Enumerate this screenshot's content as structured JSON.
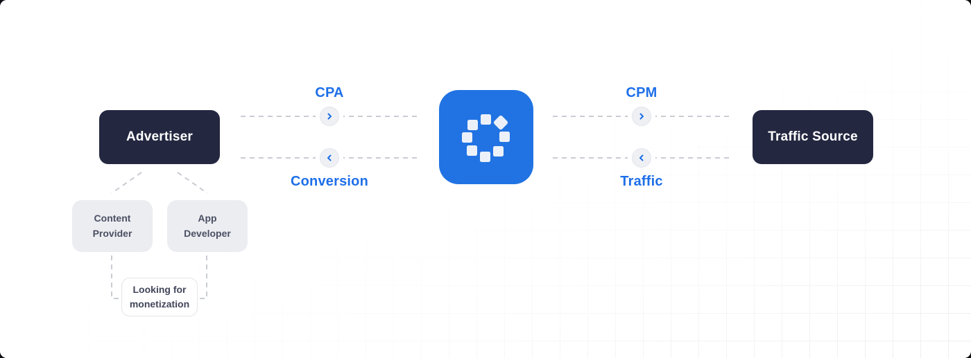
{
  "nodes": {
    "advertiser": {
      "label": "Advertiser"
    },
    "traffic_source": {
      "label": "Traffic Source"
    },
    "content_provider": {
      "label": "Content Provider"
    },
    "app_developer": {
      "label": "App Developer"
    },
    "looking_for_monetization": {
      "label": "Looking for monetization"
    }
  },
  "flow_labels": {
    "cpa": "CPA",
    "conversion": "Conversion",
    "cpm": "CPM",
    "traffic": "Traffic"
  },
  "icons": {
    "center_logo": "ring-of-squares-logo",
    "forward_arrow": "chevron-right-icon",
    "backward_arrow": "chevron-left-icon"
  },
  "colors": {
    "accent_blue": "#1E6FE8",
    "logo_blue": "#2173E3",
    "dark_navy": "#232740",
    "node_gray_bg": "#ECEDF1",
    "node_gray_text": "#4A4F63",
    "dash_gray": "#C9CCD3",
    "grid_line": "#EEEEEE"
  }
}
